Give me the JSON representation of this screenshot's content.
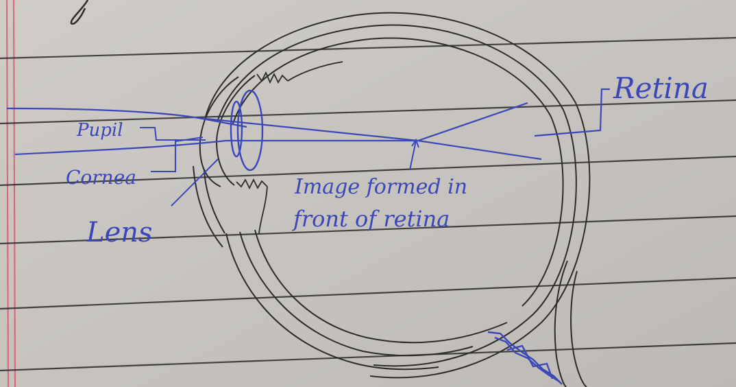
{
  "labels": {
    "retina": "Retina",
    "pupil": "Pupil",
    "cornea": "Cornea",
    "lens": "Lens",
    "note_line1": "Image formed in",
    "note_line2": "front of retina"
  },
  "colors": {
    "paper": "#c9c6c1",
    "ruled_line": "#2a2a2a",
    "margin_line": "#d96a7c",
    "pencil_ink": "#2b2b2b",
    "blue_ink": "#3b47b8"
  }
}
